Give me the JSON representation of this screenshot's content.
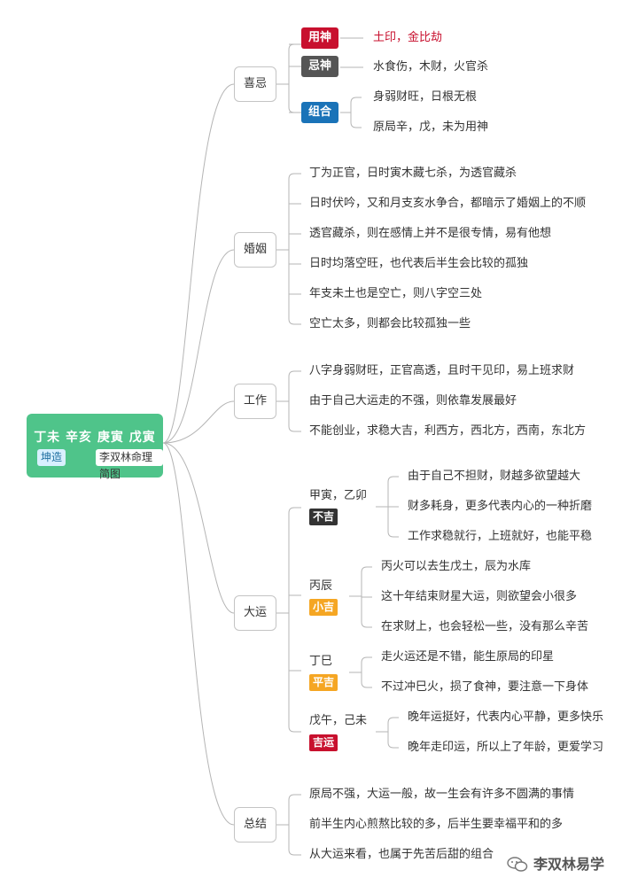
{
  "root": {
    "title": "丁未 辛亥 庚寅 戊寅",
    "tag_gender": "坤造",
    "tag_name": "李双林命理简图"
  },
  "branches": {
    "xiji": {
      "label": "喜忌",
      "yongshen": {
        "label": "用神",
        "color": "#c8102e",
        "value": "土印，金比劫"
      },
      "jishen": {
        "label": "忌神",
        "color": "#555555",
        "value": "水食伤，木财，火官杀"
      },
      "zuhe": {
        "label": "组合",
        "color": "#1a73b8",
        "items": [
          "身弱财旺，日根无根",
          "原局辛，戊，未为用神"
        ]
      }
    },
    "hunyin": {
      "label": "婚姻",
      "items": [
        "丁为正官，日时寅木藏七杀，为透官藏杀",
        "日时伏吟，又和月支亥水争合，都暗示了婚姻上的不顺",
        "透官藏杀，则在感情上并不是很专情，易有他想",
        "日时均落空旺，也代表后半生会比较的孤独",
        "年支未土也是空亡，则八字空三处",
        "空亡太多，则都会比较孤独一些"
      ]
    },
    "gongzuo": {
      "label": "工作",
      "items": [
        "八字身弱财旺，正官高透，且时干见印，易上班求财",
        "由于自己大运走的不强，则依靠发展最好",
        "不能创业，求稳大吉，利西方，西北方，西南，东北方"
      ]
    },
    "dayun": {
      "label": "大运",
      "periods": [
        {
          "name": "甲寅，乙卯",
          "badge": "不吉",
          "badge_color": "#333333",
          "items": [
            "由于自己不担财，财越多欲望越大",
            "财多耗身，更多代表内心的一种折磨",
            "工作求稳就行，上班就好，也能平稳"
          ]
        },
        {
          "name": "丙辰",
          "badge": "小吉",
          "badge_color": "#f5a623",
          "items": [
            "丙火可以去生戊土，辰为水库",
            "这十年结束财星大运，则欲望会小很多",
            "在求财上，也会轻松一些，没有那么辛苦"
          ]
        },
        {
          "name": "丁巳",
          "badge": "平吉",
          "badge_color": "#f5a623",
          "items": [
            "走火运还是不错，能生原局的印星",
            "不过冲巳火，损了食神，要注意一下身体"
          ]
        },
        {
          "name": "戊午，己未",
          "badge": "吉运",
          "badge_color": "#c8102e",
          "items": [
            "晚年运挺好，代表内心平静，更多快乐",
            "晚年走印运，所以上了年龄，更爱学习"
          ]
        }
      ]
    },
    "zongjie": {
      "label": "总结",
      "items": [
        "原局不强，大运一般，故一生会有许多不圆满的事情",
        "前半生内心煎熬比较的多，后半生要幸福平和的多",
        "从大运来看，也属于先苦后甜的组合"
      ]
    }
  },
  "watermark": {
    "text": "李双林易学",
    "icon": "wechat-icon"
  },
  "colors": {
    "root_bg": "#4fc48a",
    "line": "#b5b5b5"
  }
}
